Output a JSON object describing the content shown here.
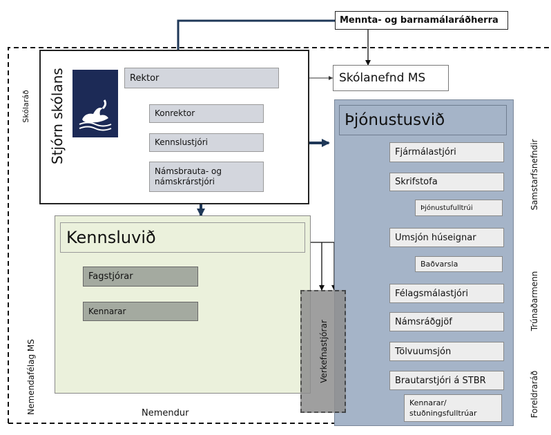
{
  "minister": "Mennta- og barnamálaráðherra",
  "school_committee": "Skólanefnd MS",
  "board": {
    "title": "Stjórn skólans",
    "rector": "Rektor",
    "deputy_rector": "Konrektor",
    "teaching_director": "Kennslustjóri",
    "curriculum_director": "Námsbrauta- og námskrárstjóri"
  },
  "teaching": {
    "title": "Kennsluvið",
    "subject_heads": "Fagstjórar",
    "teachers": "Kennarar"
  },
  "services": {
    "title": "Þjónustusvið",
    "finance": "Fjármálastjóri",
    "office": "Skrifstofa",
    "office_clerk": "Þjónustufulltrúi",
    "property": "Umsjón húseignar",
    "bath_guard": "Baðvarsla",
    "social": "Félagsmálastjóri",
    "counseling": "Námsráðgjöf",
    "it": "Tölvuumsjón",
    "stbr_head": "Brautarstjóri á STBR",
    "stbr_staff": "Kennarar/ stuðningsfulltrúar"
  },
  "project_managers": "Verkefnastjórar",
  "side_labels": {
    "school_council": "Skólaráð",
    "student_union": "Nemendafélag MS",
    "students": "Nemendur",
    "joint_committees": "Samstarfsnefndir",
    "trustees": "Trúnaðarmenn",
    "parents_council": "Foreldraráð"
  }
}
